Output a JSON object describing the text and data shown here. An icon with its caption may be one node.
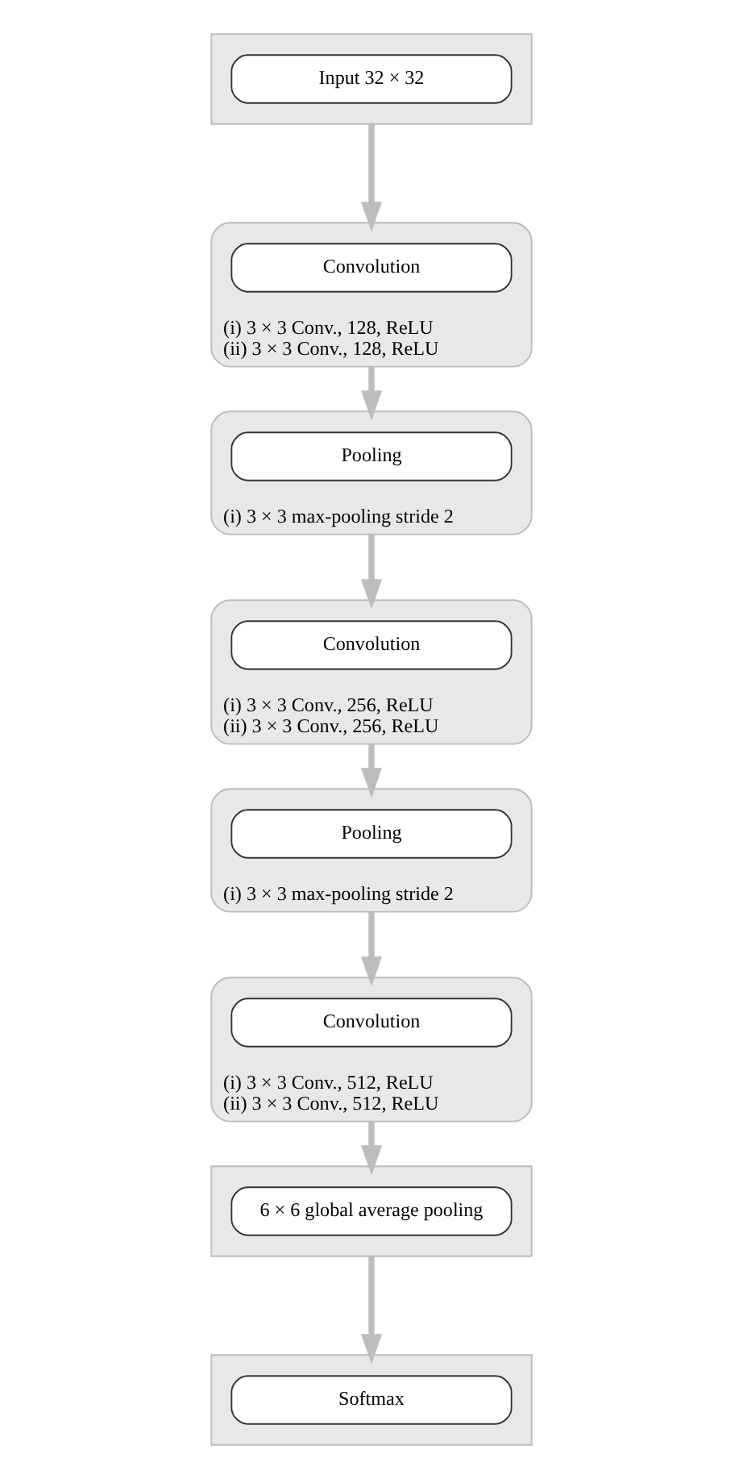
{
  "diagram": {
    "nodes": [
      {
        "text": [],
        "shape": "box"
      },
      {
        "text": [
          "Input 32 × 32"
        ],
        "in": 0
      },
      {
        "text": [
          "(i) 3 × 3 Conv., 128, ReLU",
          "(ii) 3 × 3 Conv., 128, ReLU"
        ]
      },
      {
        "text": [
          "Convolution"
        ],
        "in": 2
      },
      {
        "text": [
          "(i) 3 × 3 max-pooling stride 2"
        ]
      },
      {
        "text": [
          "Pooling"
        ],
        "in": 4
      },
      {
        "text": [
          "(i) 3 × 3 Conv., 256, ReLU",
          "(ii) 3 × 3 Conv., 256, ReLU"
        ]
      },
      {
        "text": [
          "Convolution"
        ],
        "in": 6
      },
      {
        "text": [
          "(i) 3 × 3 max-pooling stride 2"
        ]
      },
      {
        "text": [
          "Pooling"
        ],
        "in": 8
      },
      {
        "text": [
          "(i) 3 × 3 Conv., 512, ReLU",
          "(ii) 3 × 3 Conv., 512, ReLU"
        ]
      },
      {
        "text": [
          "Convolution"
        ],
        "in": 10
      },
      {
        "text": [],
        "shape": "box"
      },
      {
        "text": [
          "6 × 6 global average pooling"
        ],
        "in": 12
      },
      {
        "text": [],
        "shape": "box"
      },
      {
        "text": [
          "Softmax"
        ],
        "in": 14
      }
    ],
    "edges": [
      {
        "from": 0,
        "to": 2,
        "arrow": "to"
      },
      {
        "from": 2,
        "to": 4,
        "arrow": "to"
      },
      {
        "from": 4,
        "to": 6,
        "arrow": "to"
      },
      {
        "from": 6,
        "to": 8,
        "arrow": "to"
      },
      {
        "from": 8,
        "to": 10,
        "arrow": "to"
      },
      {
        "from": 10,
        "to": 12,
        "arrow": "to"
      },
      {
        "from": 12,
        "to": 14,
        "arrow": "to"
      }
    ]
  }
}
